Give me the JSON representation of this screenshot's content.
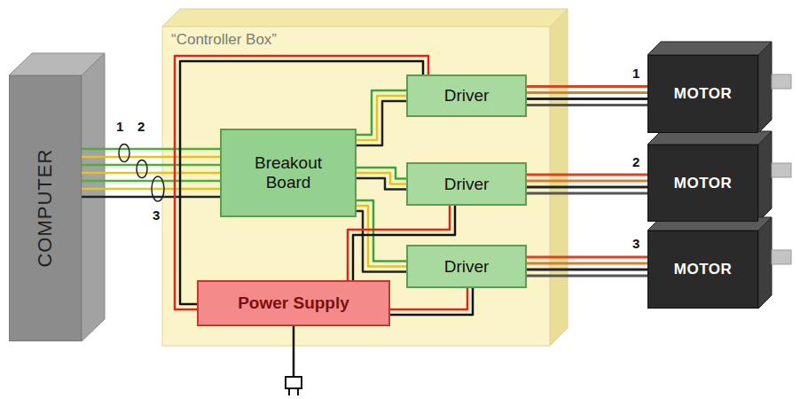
{
  "diagram": {
    "nodes": [
      {
        "text": [
          "COMPUTER"
        ]
      },
      {
        "text": [
          "“Controller Box”"
        ]
      },
      {
        "text": [
          "Driver"
        ],
        "in": 1
      },
      {
        "text": [
          "Breakout Board"
        ],
        "in": 1
      },
      {
        "text": [
          "Driver"
        ],
        "in": 1
      },
      {
        "text": [
          "Driver"
        ],
        "in": 1
      },
      {
        "text": [
          "Power Supply"
        ],
        "in": 1
      },
      {
        "text": [
          "MOTOR"
        ]
      },
      {
        "text": [
          "MOTOR"
        ]
      },
      {
        "text": [
          "MOTOR"
        ]
      }
    ],
    "edges": [
      {
        "from": 0,
        "to": 3,
        "arrow": "none"
      },
      {
        "from": 3,
        "to": 2,
        "arrow": "none"
      },
      {
        "from": 3,
        "to": 4,
        "arrow": "none"
      },
      {
        "from": 3,
        "to": 5,
        "arrow": "none"
      },
      {
        "from": 6,
        "to": 2,
        "arrow": "none"
      },
      {
        "from": 6,
        "to": 4,
        "arrow": "none"
      },
      {
        "from": 6,
        "to": 5,
        "arrow": "none"
      },
      {
        "from": 2,
        "to": 7,
        "arrow": "none"
      },
      {
        "from": 4,
        "to": 8,
        "arrow": "none"
      },
      {
        "from": 5,
        "to": 9,
        "arrow": "none"
      }
    ],
    "labels": [
      "1",
      "2",
      "3",
      "1",
      "2",
      "3"
    ]
  }
}
